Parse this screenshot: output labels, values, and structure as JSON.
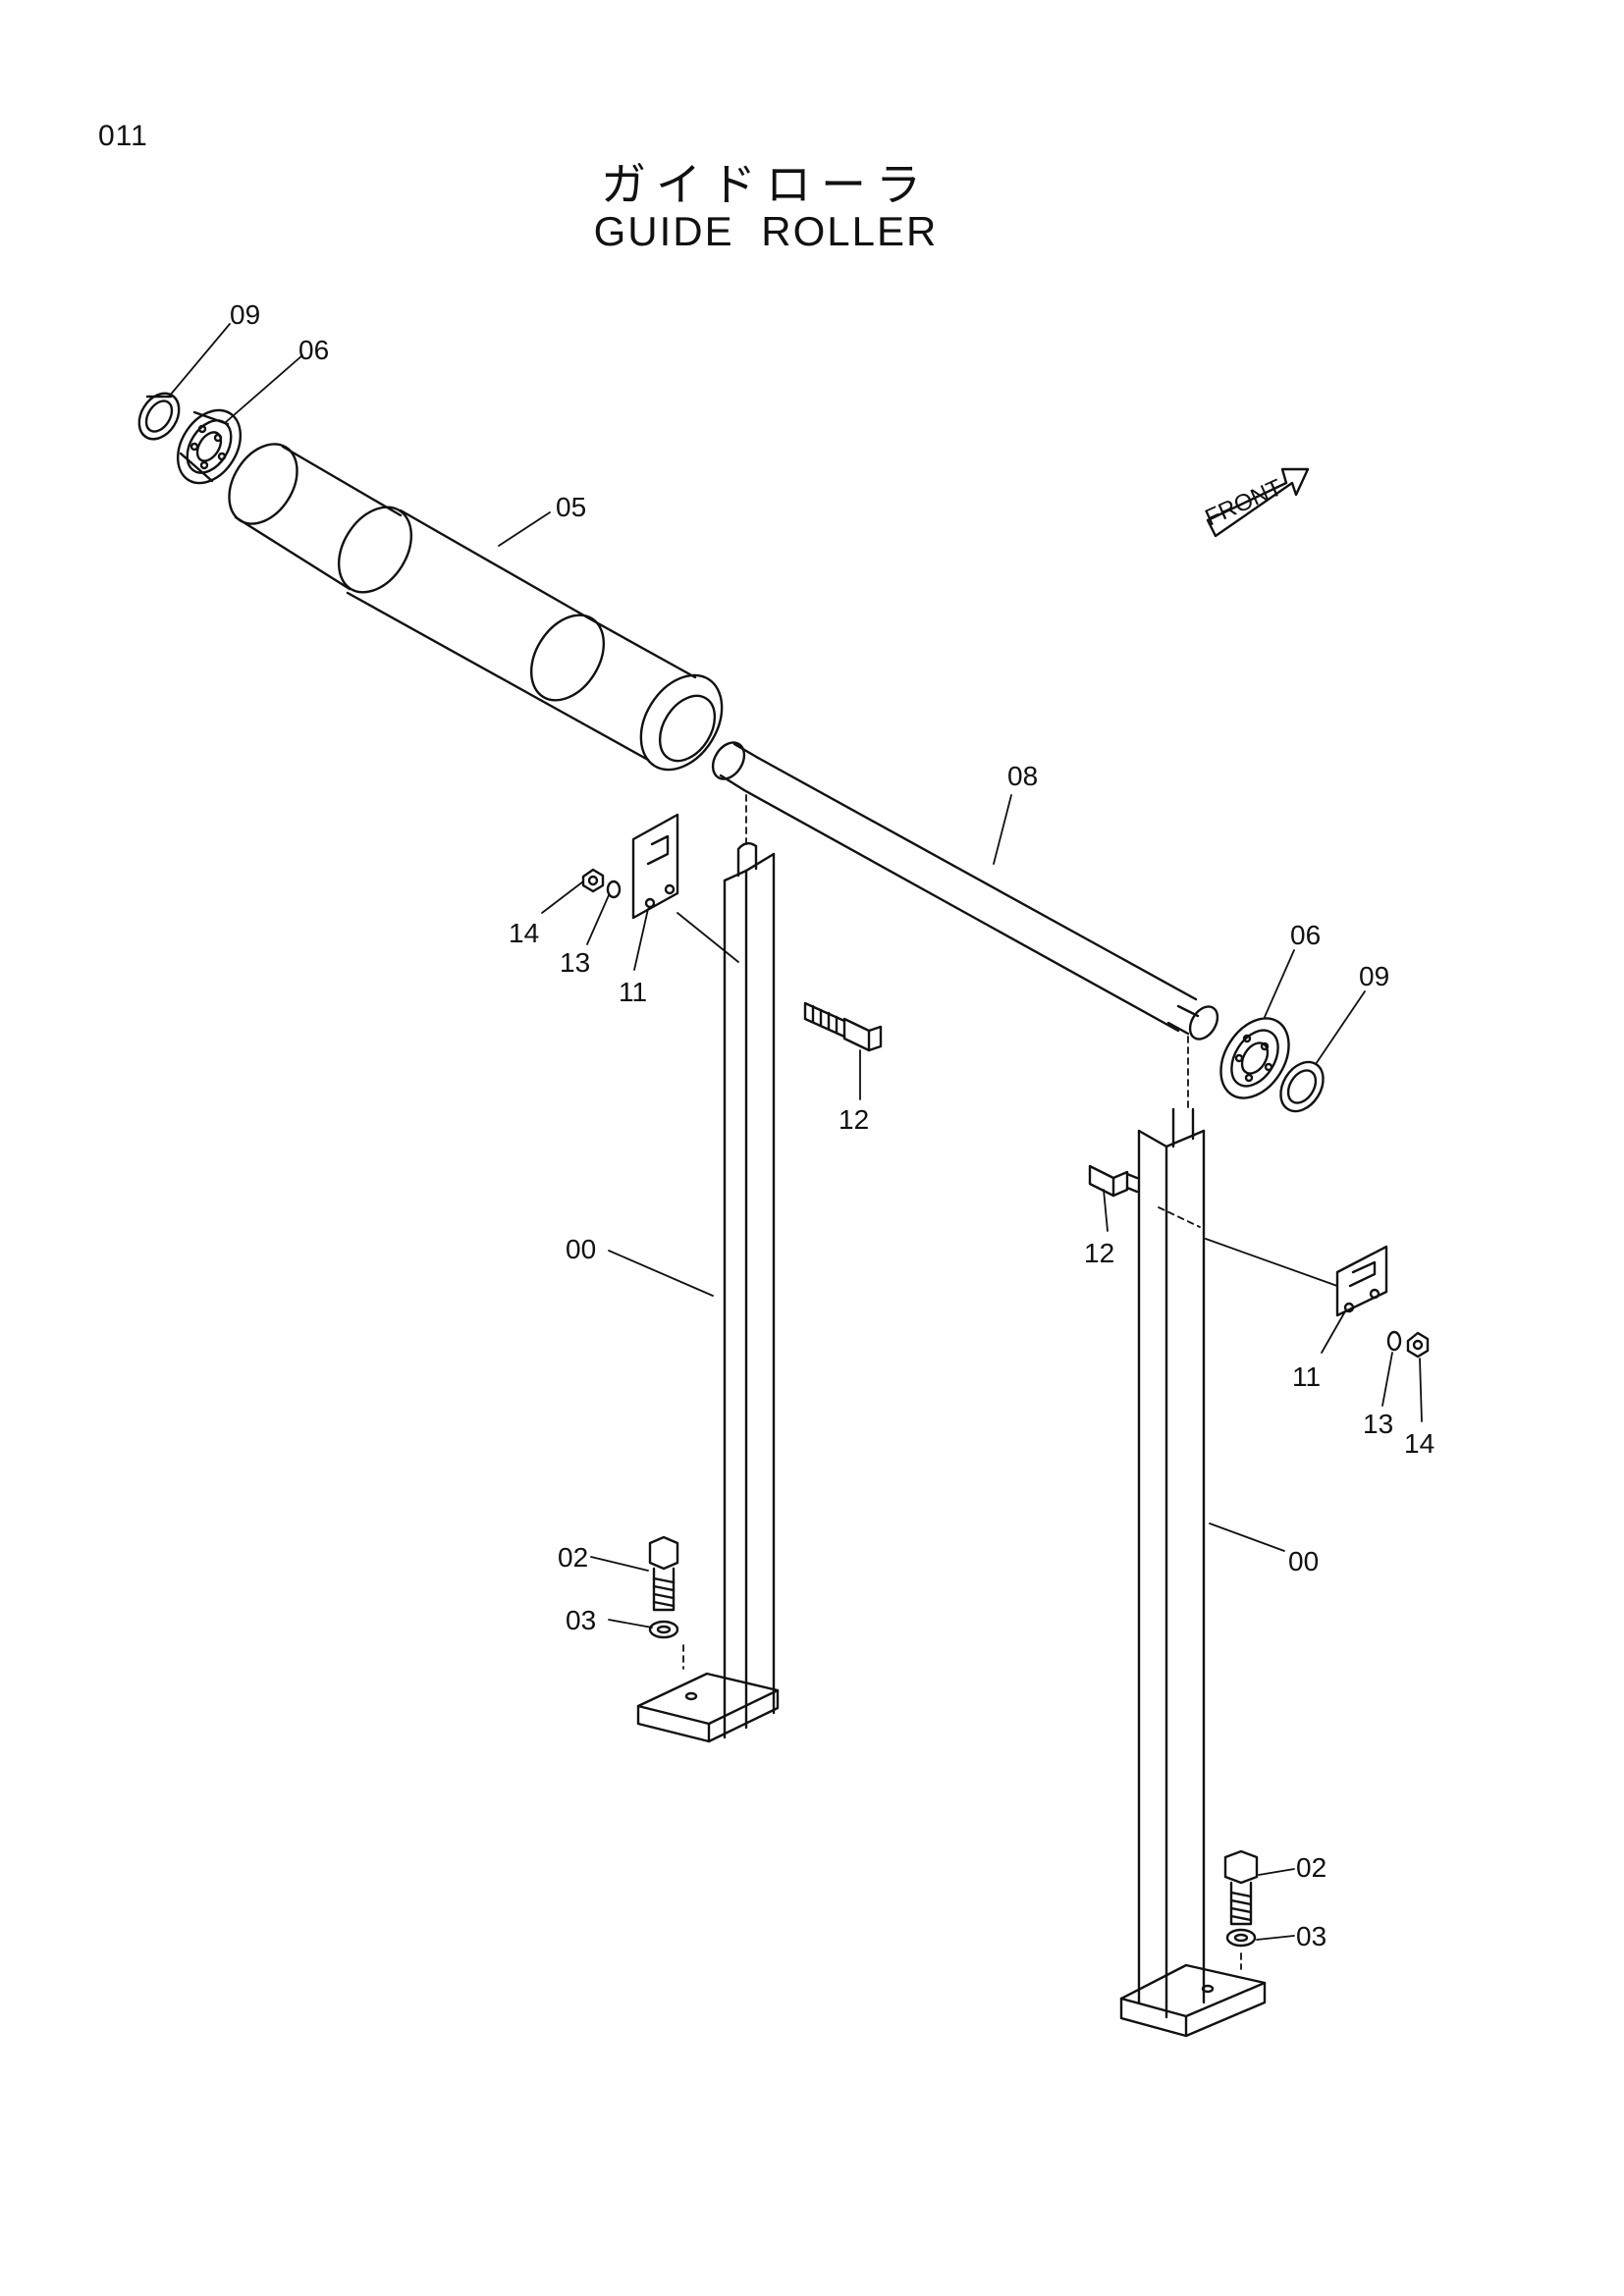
{
  "page": {
    "number": "011",
    "title_jp": "ガイドローラ",
    "title_en": "GUIDE ROLLER"
  },
  "front_marker": {
    "label": "FRONT"
  },
  "callouts": [
    {
      "id": "c09a",
      "label": "09"
    },
    {
      "id": "c06a",
      "label": "06"
    },
    {
      "id": "c05",
      "label": "05"
    },
    {
      "id": "c08",
      "label": "08"
    },
    {
      "id": "c06b",
      "label": "06"
    },
    {
      "id": "c09b",
      "label": "09"
    },
    {
      "id": "c14a",
      "label": "14"
    },
    {
      "id": "c13a",
      "label": "13"
    },
    {
      "id": "c11a",
      "label": "11"
    },
    {
      "id": "c12a",
      "label": "12"
    },
    {
      "id": "c00a",
      "label": "00"
    },
    {
      "id": "c12b",
      "label": "12"
    },
    {
      "id": "c11b",
      "label": "11"
    },
    {
      "id": "c13b",
      "label": "13"
    },
    {
      "id": "c14b",
      "label": "14"
    },
    {
      "id": "c00b",
      "label": "00"
    },
    {
      "id": "c02a",
      "label": "02"
    },
    {
      "id": "c03a",
      "label": "03"
    },
    {
      "id": "c02b",
      "label": "02"
    },
    {
      "id": "c03b",
      "label": "03"
    }
  ]
}
